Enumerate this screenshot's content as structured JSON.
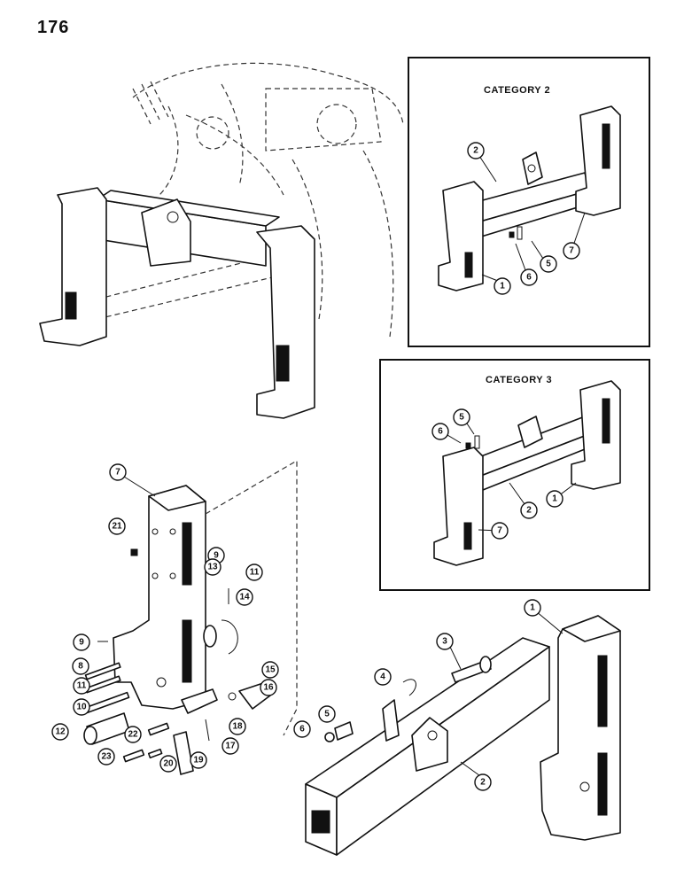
{
  "page_number": "176",
  "panels": {
    "category_2": {
      "title": "CATEGORY 2",
      "callouts": [
        "2",
        "7",
        "5",
        "6",
        "1"
      ]
    },
    "category_3": {
      "title": "CATEGORY 3",
      "callouts": [
        "5",
        "6",
        "1",
        "2",
        "7"
      ]
    }
  },
  "exploded_view": {
    "callouts": [
      "7",
      "21",
      "9",
      "13",
      "11",
      "14",
      "15",
      "16",
      "9",
      "8",
      "11",
      "10",
      "12",
      "22",
      "23",
      "20",
      "19",
      "17",
      "18"
    ]
  },
  "crossbar_view": {
    "callouts": [
      "1",
      "3",
      "4",
      "5",
      "6",
      "2"
    ]
  }
}
